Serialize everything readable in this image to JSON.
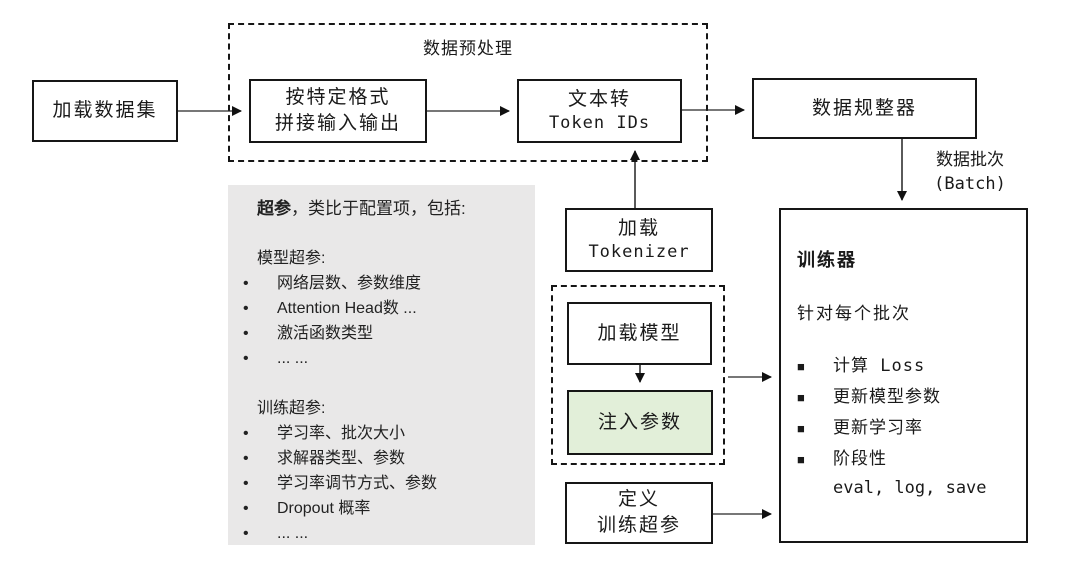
{
  "diagram": {
    "boxes": {
      "load_dataset": "加载数据集",
      "format_line1": "按特定格式",
      "format_line2": "拼接输入输出",
      "text2token_line1": "文本转",
      "text2token_line2": "Token IDs",
      "collator": "数据规整器",
      "load_tokenizer_line1": "加载",
      "load_tokenizer_line2": "Tokenizer",
      "load_model": "加载模型",
      "inject_params": "注入参数",
      "define_line1": "定义",
      "define_line2": "训练超参"
    },
    "labels": {
      "preprocess_container": "数据预处理",
      "batch_line1": "数据批次",
      "batch_line2": "(Batch)"
    },
    "trainer": {
      "title": "训练器",
      "subtitle": "针对每个批次",
      "bullet_glyph": "■",
      "bullets": [
        "计算 Loss",
        "更新模型参数",
        "更新学习率",
        "阶段性"
      ],
      "note": "eval, log, save"
    },
    "hyperparam_note": {
      "intro_bold": "超参",
      "intro_rest": "，类比于配置项，包括:",
      "bullet_glyph": "•",
      "model_header": "模型超参:",
      "model_items": [
        "网络层数、参数维度",
        "Attention Head数 ...",
        "激活函数类型",
        "... ..."
      ],
      "train_header": "训练超参:",
      "train_items": [
        "学习率、批次大小",
        "求解器类型、参数",
        "学习率调节方式、参数",
        "Dropout 概率",
        "... ..."
      ]
    },
    "colors": {
      "box_border": "#161616",
      "green_fill": "#e2efd9",
      "gray_fill": "#e9e8e8",
      "arrow_line": "#4a4a4a",
      "arrow_head": "#111111"
    }
  }
}
